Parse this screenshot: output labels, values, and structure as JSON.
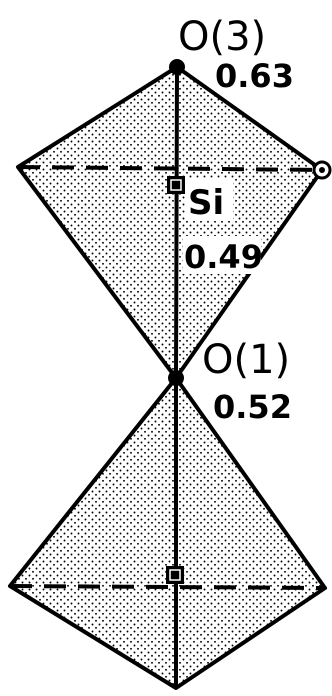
{
  "labels": {
    "o3": "O(3)",
    "o3_value": "0.63",
    "si": "Si",
    "si_value": "0.49",
    "o1": "O(1)",
    "o1_value": "0.52"
  },
  "colors": {
    "stroke": "#000000",
    "fill": "#d9d9d9",
    "stipple": "#000000",
    "background": "#ffffff"
  }
}
